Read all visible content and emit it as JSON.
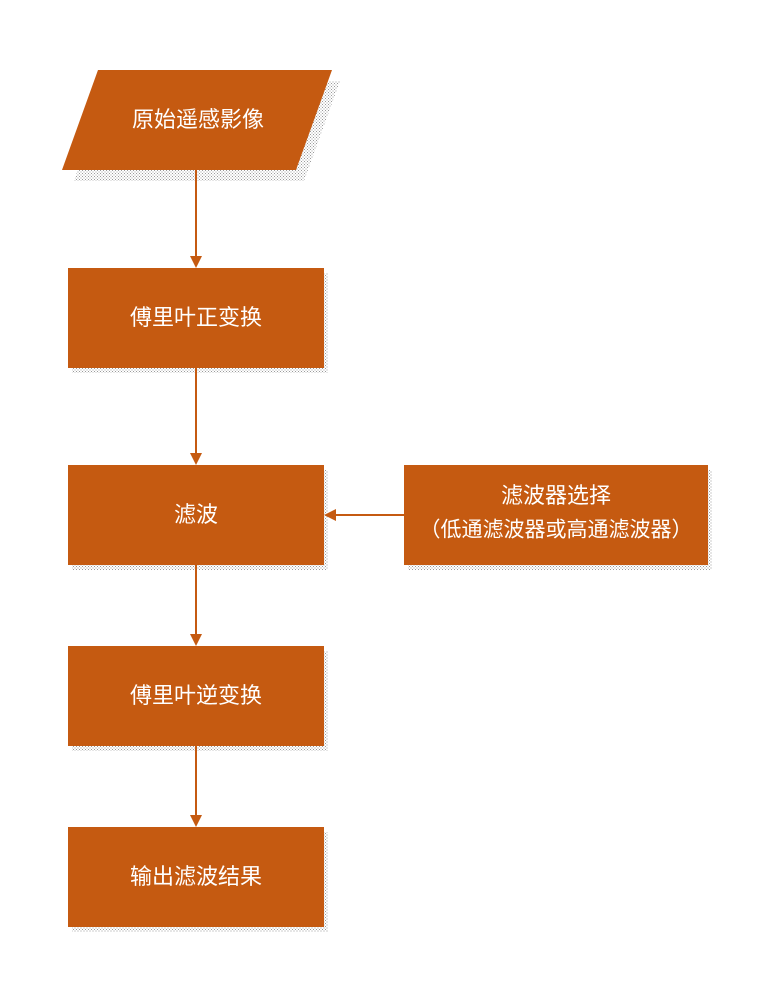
{
  "colors": {
    "node_fill": "#c55a11",
    "arrow": "#c55a11",
    "shadow": "#bfbfbf",
    "text": "#ffffff"
  },
  "flowchart": {
    "input": {
      "label": "原始遥感影像",
      "shape": "parallelogram"
    },
    "fft": {
      "label": "傅里叶正变换",
      "shape": "rectangle"
    },
    "filter": {
      "label": "滤波",
      "shape": "rectangle"
    },
    "filter_select": {
      "line1": "滤波器选择",
      "line2": "（低通滤波器或高通滤波器）",
      "shape": "rectangle"
    },
    "ifft": {
      "label": "傅里叶逆变换",
      "shape": "rectangle"
    },
    "output": {
      "label": "输出滤波结果",
      "shape": "rectangle"
    },
    "edges": [
      {
        "from": "input",
        "to": "fft"
      },
      {
        "from": "fft",
        "to": "filter"
      },
      {
        "from": "filter_select",
        "to": "filter"
      },
      {
        "from": "filter",
        "to": "ifft"
      },
      {
        "from": "ifft",
        "to": "output"
      }
    ]
  }
}
